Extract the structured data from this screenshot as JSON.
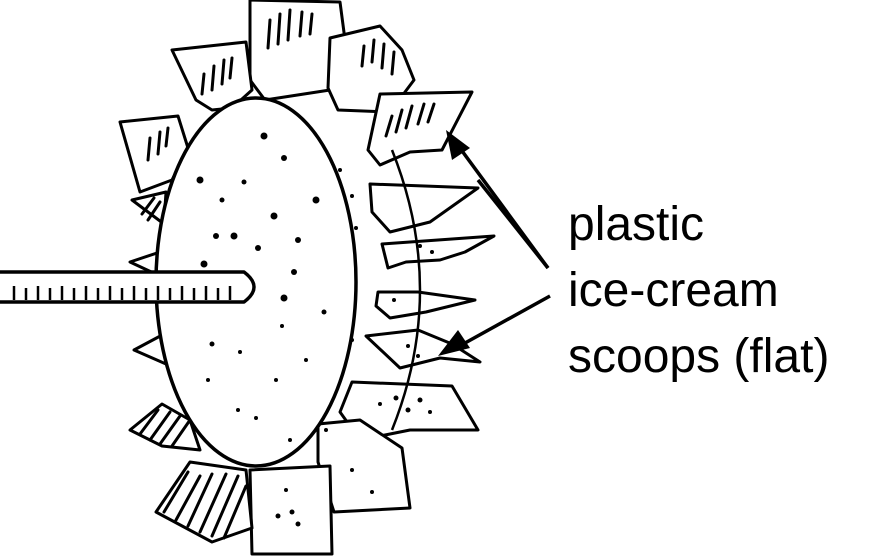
{
  "label": {
    "lines": [
      "plastic",
      "ice-cream",
      "scoops (flat)"
    ]
  },
  "colors": {
    "ink": "#000000",
    "paper": "#ffffff"
  }
}
